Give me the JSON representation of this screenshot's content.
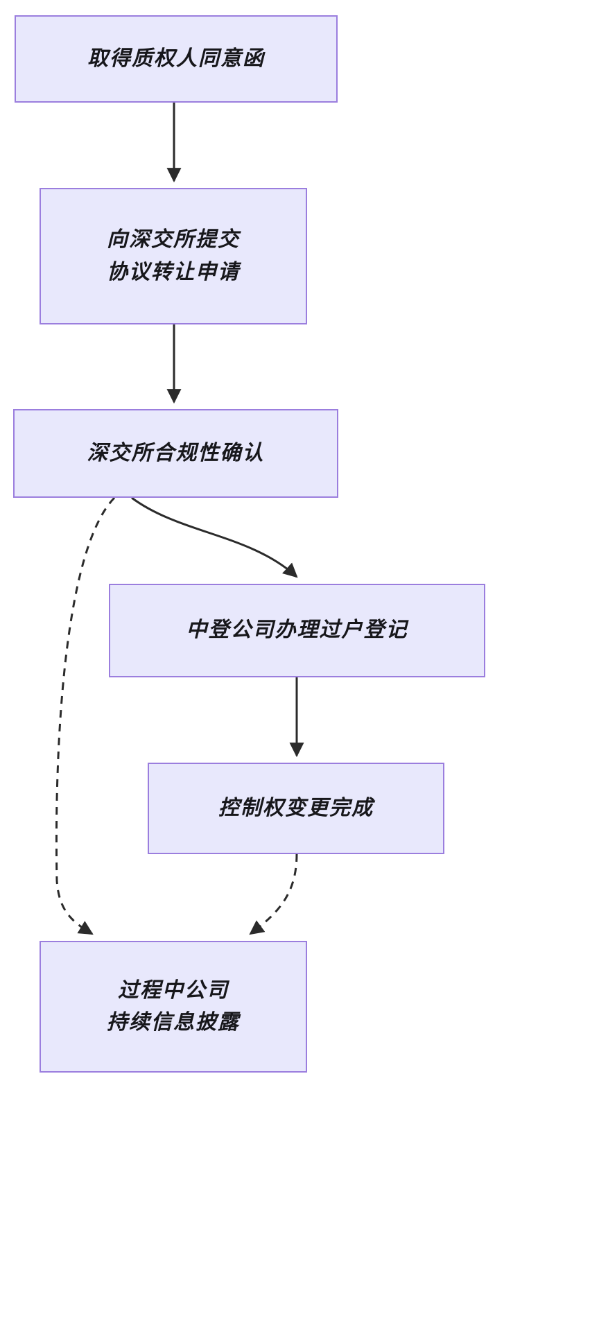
{
  "diagram": {
    "type": "flowchart",
    "direction": "top-to-bottom",
    "background_color": "#ffffff",
    "node_fill_color": "#e8e8fc",
    "node_border_color": "#9b7ede",
    "node_text_color": "#17171b",
    "edge_color": "#2b2b2b",
    "nodes": [
      {
        "id": "pledgee-consent",
        "lines": [
          "取得质权人同意函"
        ],
        "text": "取得质权人同意函"
      },
      {
        "id": "szse-application",
        "lines": [
          "向深交所提交",
          "协议转让申请"
        ],
        "text": "向深交所提交协议转让申请"
      },
      {
        "id": "szse-compliance",
        "lines": [
          "深交所合规性确认"
        ],
        "text": "深交所合规性确认"
      },
      {
        "id": "csdc-transfer",
        "lines": [
          "中登公司办理过户登记"
        ],
        "text": "中登公司办理过户登记"
      },
      {
        "id": "control-complete",
        "lines": [
          "控制权变更完成"
        ],
        "text": "控制权变更完成"
      },
      {
        "id": "ongoing-disclosure",
        "lines": [
          "过程中公司",
          "持续信息披露"
        ],
        "text": "过程中公司持续信息披露"
      }
    ],
    "edges": [
      {
        "from": "pledgee-consent",
        "to": "szse-application",
        "style": "solid",
        "label": ""
      },
      {
        "from": "szse-application",
        "to": "szse-compliance",
        "style": "solid",
        "label": ""
      },
      {
        "from": "szse-compliance",
        "to": "csdc-transfer",
        "style": "solid",
        "label": ""
      },
      {
        "from": "csdc-transfer",
        "to": "control-complete",
        "style": "solid",
        "label": ""
      },
      {
        "from": "szse-compliance",
        "to": "ongoing-disclosure",
        "style": "dashed",
        "label": ""
      },
      {
        "from": "control-complete",
        "to": "ongoing-disclosure",
        "style": "dashed",
        "label": ""
      }
    ]
  }
}
